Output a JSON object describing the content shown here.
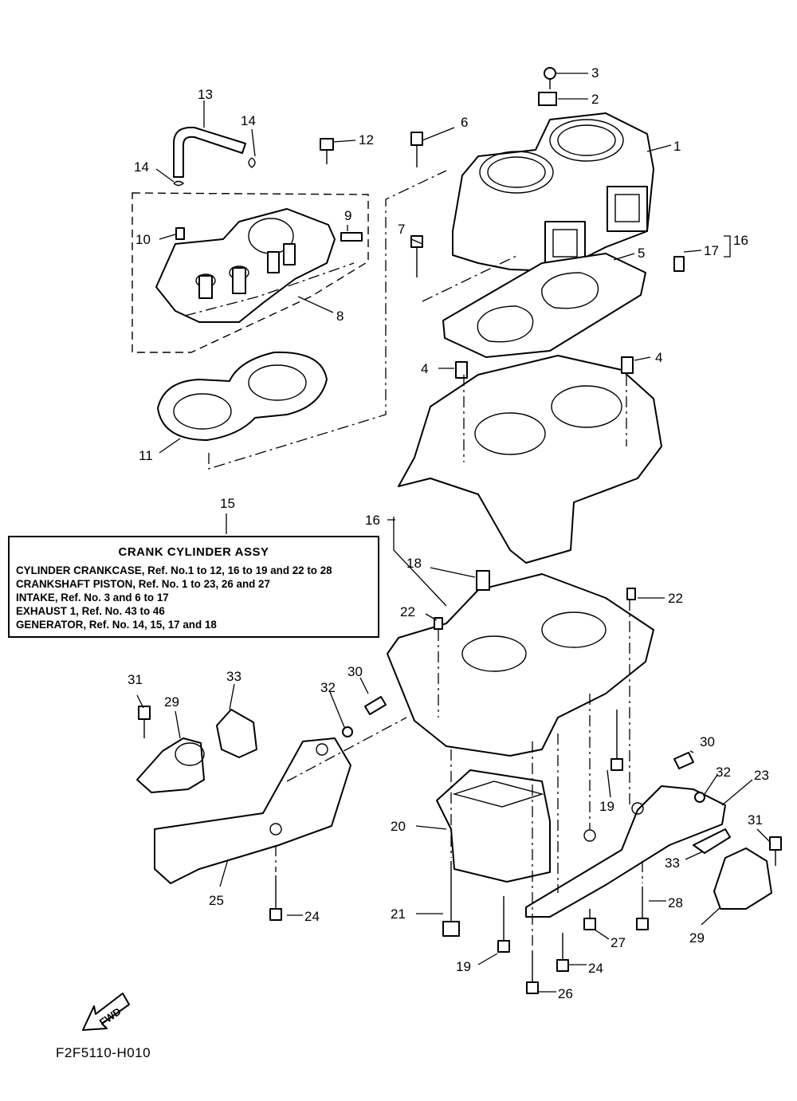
{
  "part_labels": [
    "1",
    "2",
    "3",
    "4",
    "4",
    "5",
    "6",
    "7",
    "8",
    "9",
    "10",
    "11",
    "12",
    "13",
    "14",
    "14",
    "15",
    "16",
    "16",
    "17",
    "18",
    "19",
    "19",
    "20",
    "21",
    "22",
    "22",
    "23",
    "24",
    "24",
    "25",
    "26",
    "27",
    "28",
    "29",
    "29",
    "30",
    "30",
    "31",
    "31",
    "32",
    "32",
    "33",
    "33"
  ],
  "assembly_box": {
    "title": "CRANK CYLINDER ASSY",
    "lines": [
      "CYLINDER CRANKCASE,  Ref. No.1 to 12, 16 to 19 and 22 to 28",
      "CRANKSHAFT PISTON,  Ref. No. 1 to 23, 26 and 27",
      "INTAKE,  Ref. No. 3 and 6 to 17",
      "EXHAUST 1,  Ref. No. 43 to 46",
      "GENERATOR,  Ref. No. 14, 15, 17 and 18"
    ]
  },
  "fwd_label": "FWD",
  "figure_code": "F2F5110-H010"
}
